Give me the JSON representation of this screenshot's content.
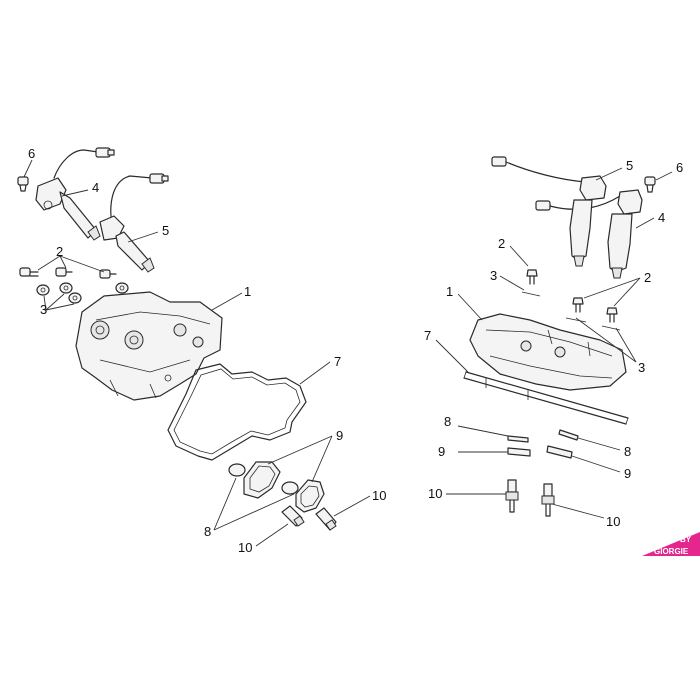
{
  "callouts": {
    "l1": "1",
    "l2": "2",
    "l3": "3",
    "l4": "4",
    "l5": "5",
    "l6": "6",
    "l7": "7",
    "l8": "8",
    "l9": "9",
    "l10a": "10",
    "l10b": "10",
    "r1": "1",
    "r2a": "2",
    "r2b": "2",
    "r3a": "3",
    "r3b": "3",
    "r4": "4",
    "r5": "5",
    "r6": "6",
    "r7": "7",
    "r8a": "8",
    "r8b": "8",
    "r9a": "9",
    "r9b": "9",
    "r10a": "10",
    "r10b": "10"
  },
  "logo": {
    "line1": "BY",
    "line2": "GIORGIE",
    "color": "#e6268f"
  }
}
